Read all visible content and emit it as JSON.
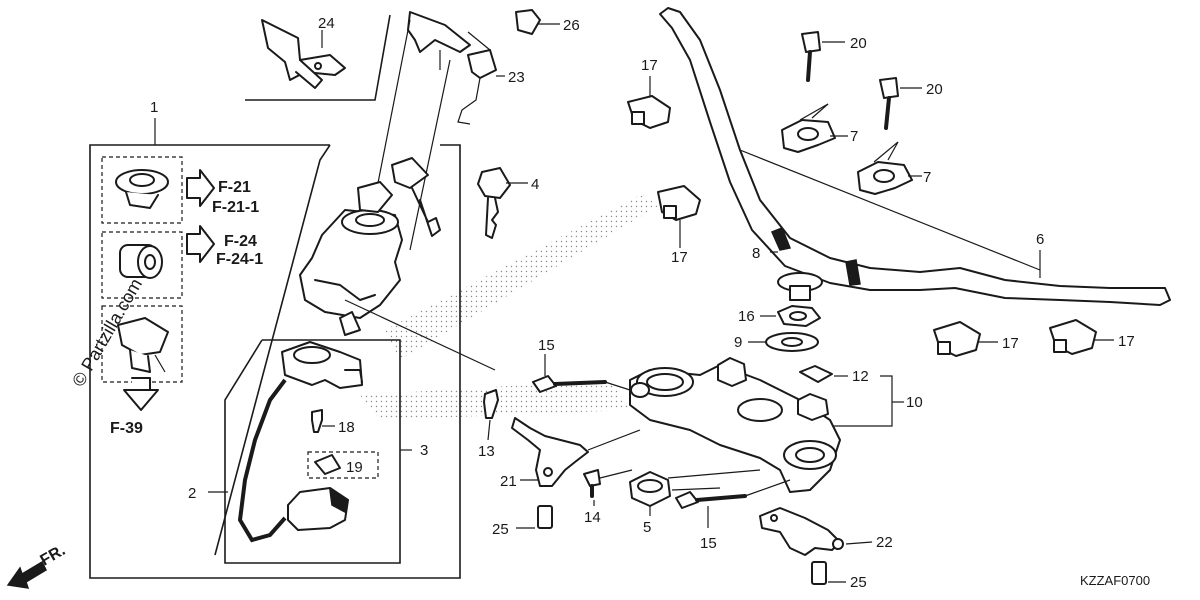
{
  "diagram": {
    "watermark": "© Partzilla.com",
    "diagram_code": "KZZAF0700",
    "front_label": "FR.",
    "refs": {
      "f21": "F-21",
      "f21_1": "F-21-1",
      "f24": "F-24",
      "f24_1": "F-24-1",
      "f39": "F-39"
    },
    "callouts": {
      "c1": "1",
      "c2": "2",
      "c3": "3",
      "c4": "4",
      "c5": "5",
      "c6": "6",
      "c7a": "7",
      "c7b": "7",
      "c8": "8",
      "c9": "9",
      "c10": "10",
      "c12": "12",
      "c13": "13",
      "c14": "14",
      "c15a": "15",
      "c15b": "15",
      "c16": "16",
      "c17a": "17",
      "c17b": "17",
      "c17c": "17",
      "c17d": "17",
      "c18": "18",
      "c19": "19",
      "c20a": "20",
      "c20b": "20",
      "c21": "21",
      "c22": "22",
      "c23": "23",
      "c24": "24",
      "c25a": "25",
      "c25b": "25",
      "c26": "26"
    }
  }
}
